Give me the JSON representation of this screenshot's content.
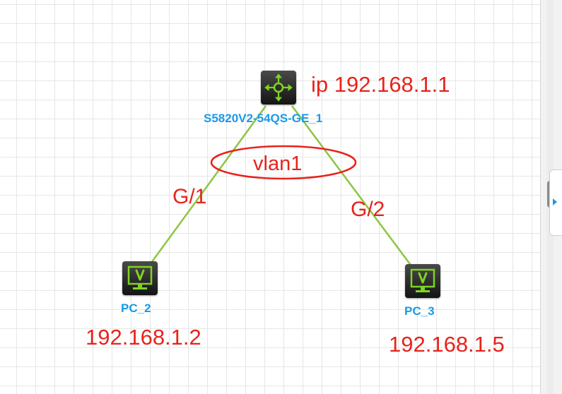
{
  "topology": {
    "switch": {
      "name": "S5820V2-54QS-GE_1",
      "ip_note": "ip 192.168.1.1",
      "icon": "switch-icon"
    },
    "pc_left": {
      "name": "PC_2",
      "ip_note": "192.168.1.2",
      "icon": "monitor-icon"
    },
    "pc_right": {
      "name": "PC_3",
      "ip_note": "192.168.1.5",
      "icon": "monitor-icon"
    },
    "vlan_label": "vlan1",
    "link_left_port": "G/1",
    "link_right_port": "G/2"
  },
  "colors": {
    "link": "#8cc63f",
    "annotation": "#e8231c",
    "device_label": "#1a9ae6",
    "device_glyph": "#7ed321"
  }
}
